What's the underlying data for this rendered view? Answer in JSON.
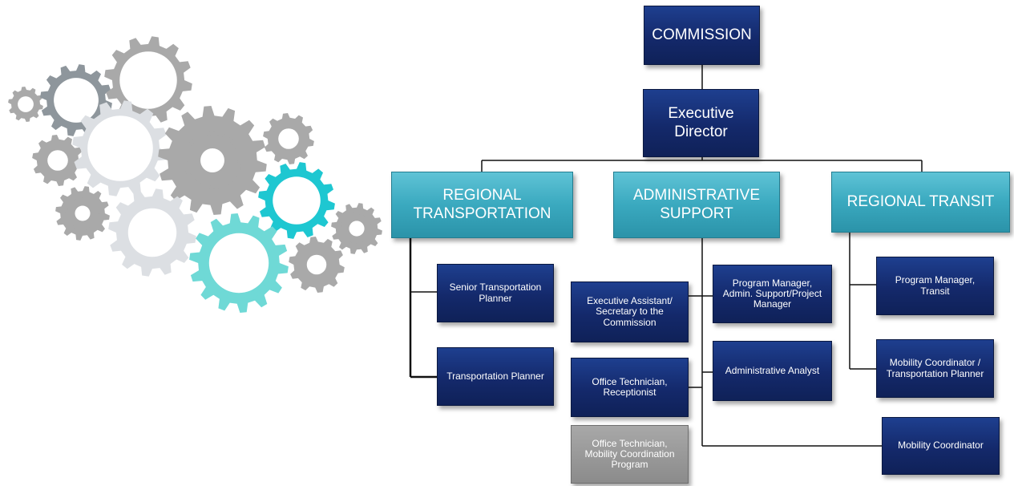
{
  "org_chart": {
    "commission": "COMMISSION",
    "executive_director": "Executive Director",
    "departments": {
      "regional_transportation": "REGIONAL TRANSPORTATION",
      "administrative_support": "ADMINISTRATIVE SUPPORT",
      "regional_transit": "REGIONAL TRANSIT"
    },
    "regional_transportation_staff": [
      "Senior Transportation Planner",
      "Transportation Planner"
    ],
    "administrative_support_staff": {
      "left": [
        "Executive Assistant/ Secretary to the Commission",
        "Office Technician, Receptionist",
        "Office Technician, Mobility Coordination Program"
      ],
      "right": [
        "Program Manager, Admin. Support/Project Manager",
        "Administrative Analyst"
      ]
    },
    "regional_transit_staff": [
      "Program Manager, Transit",
      "Mobility Coordinator / Transportation Planner",
      "Mobility Coordinator"
    ]
  },
  "colors": {
    "navy_box": "#14296b",
    "teal_box": "#3aa9bf",
    "gray_box": "#8b8b8b",
    "gear_teal": "#1ec7d1",
    "gear_light_teal": "#6fd9d6",
    "gear_dark_gray": "#8e969c",
    "gear_gray": "#a9a9a9",
    "gear_light_gray": "#dcdfe3"
  }
}
